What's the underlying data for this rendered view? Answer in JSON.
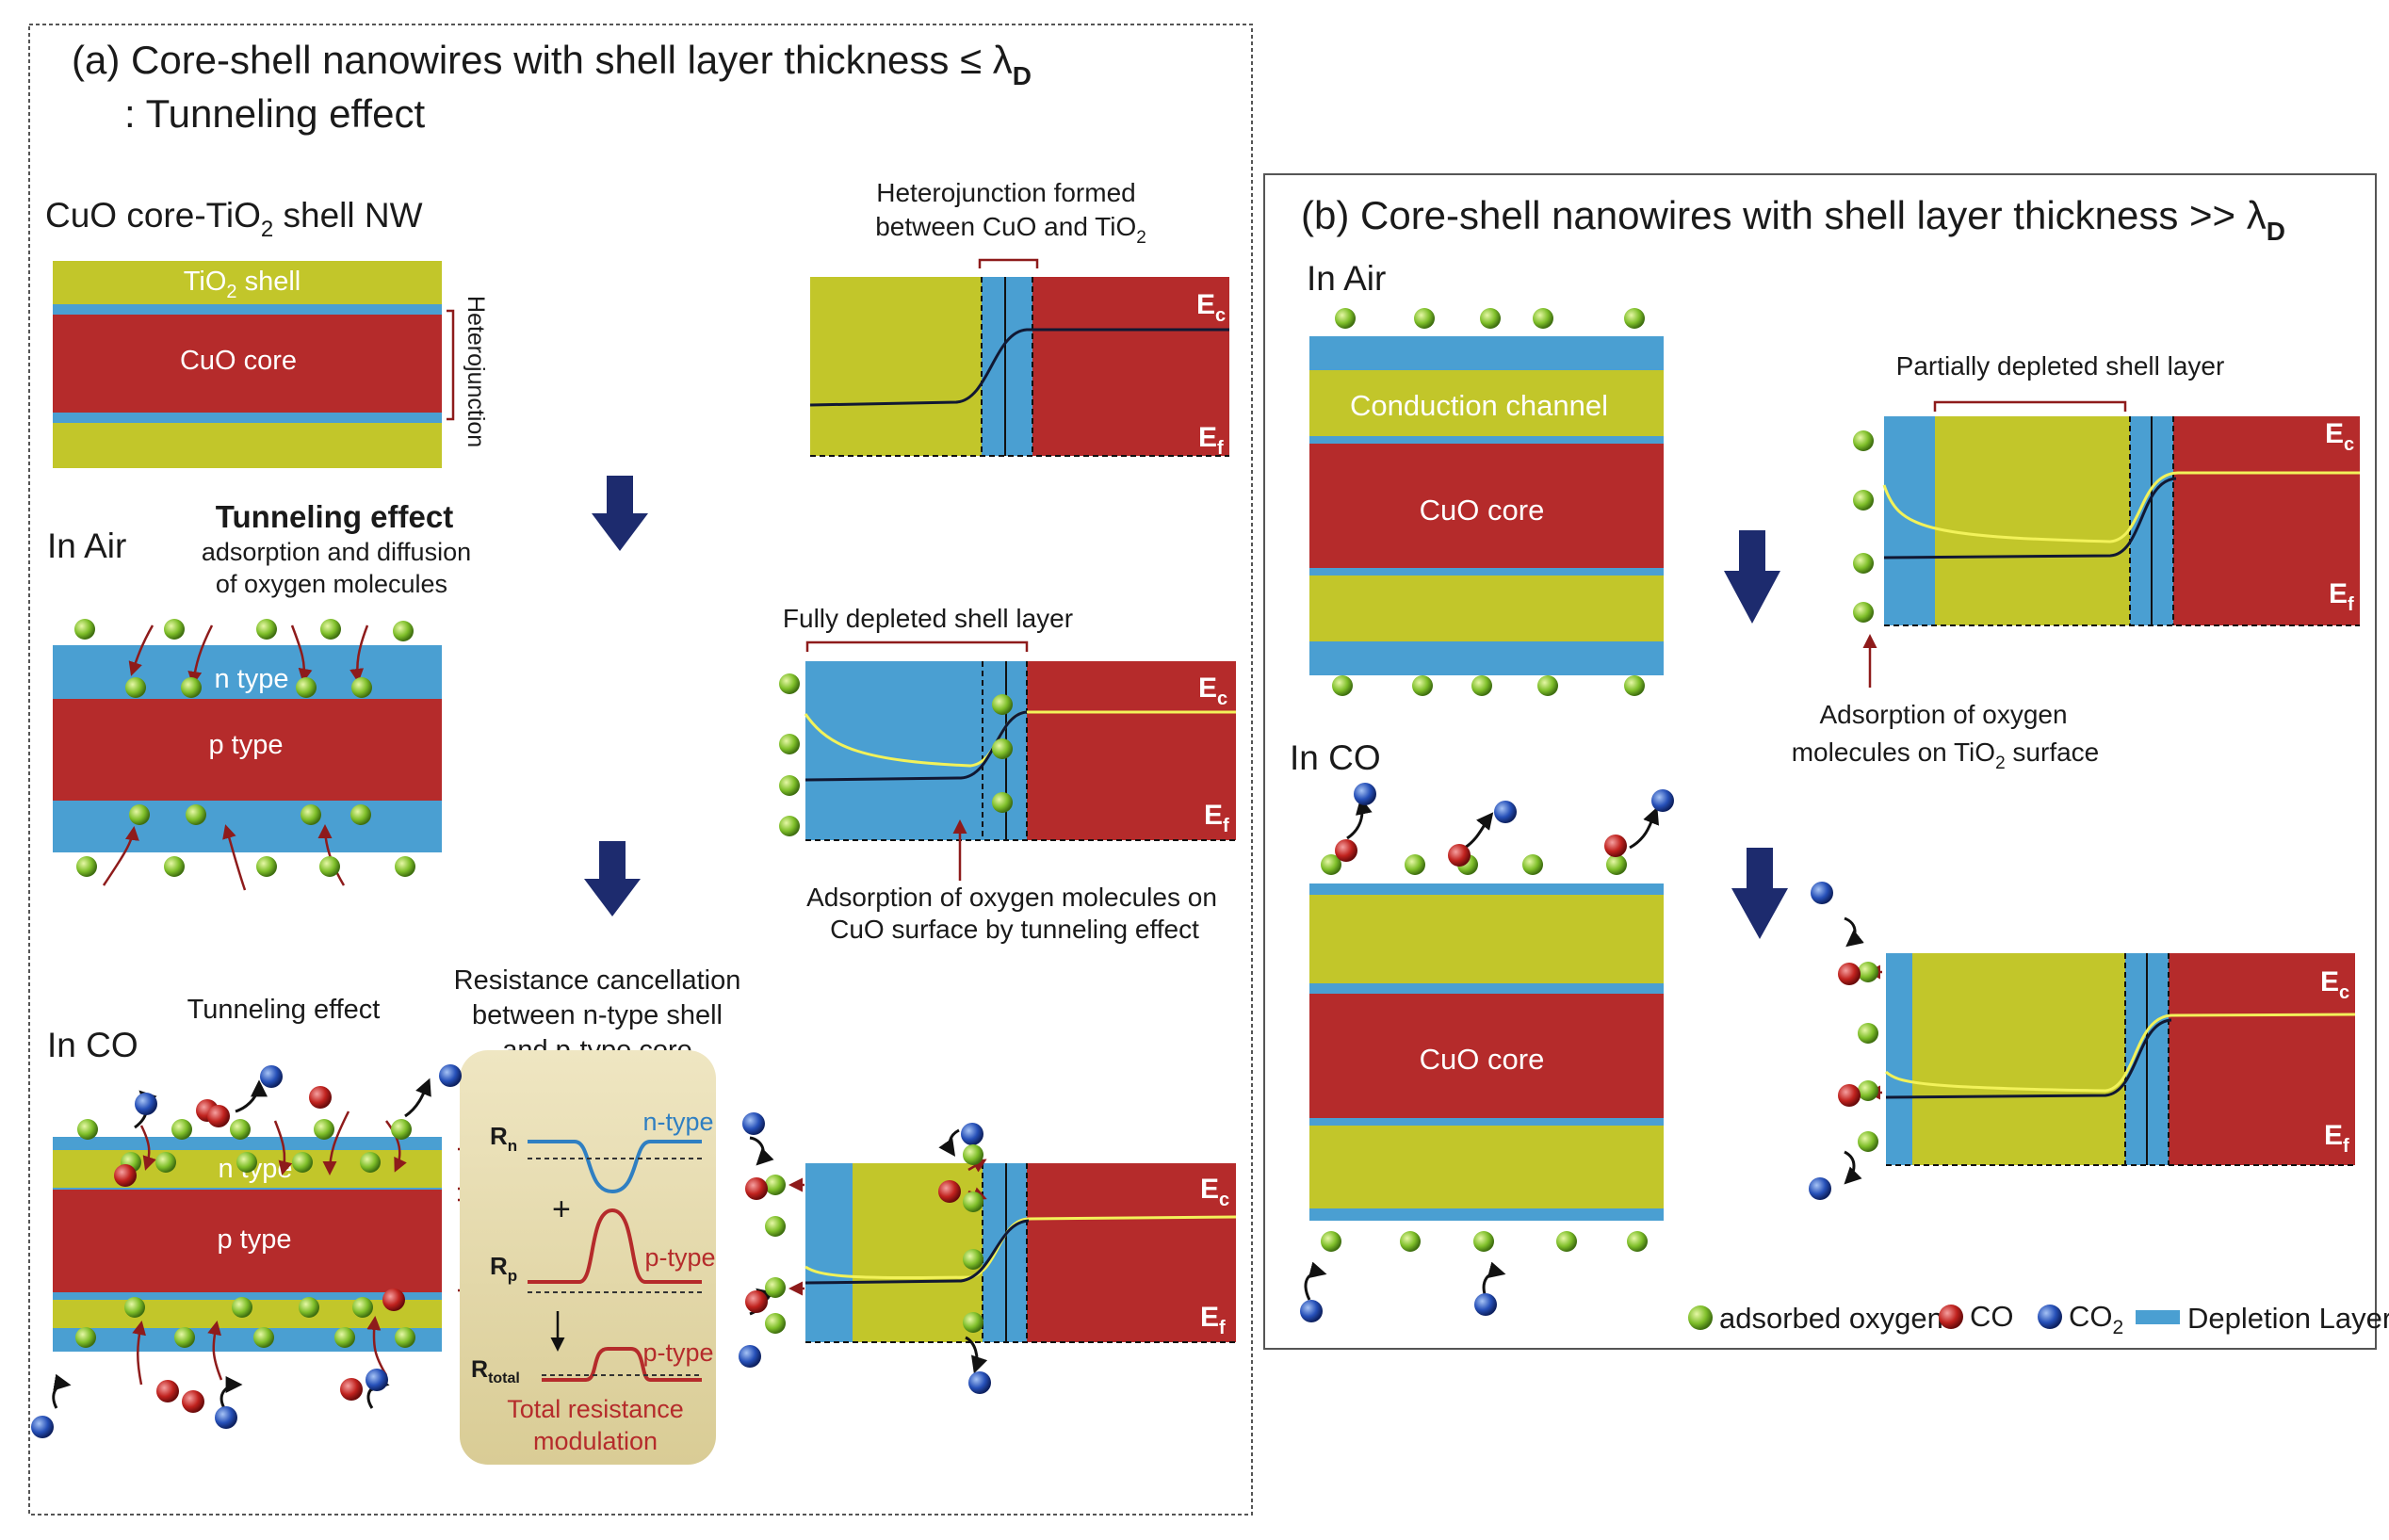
{
  "panel_a": {
    "title_line1": "(a) Core-shell nanowires with shell layer thickness ≤ λ",
    "title_sub": "D",
    "title_line2": ": Tunneling effect",
    "nw_title_1": "CuO core-TiO",
    "nw_title_sub": "2",
    "nw_title_2": " shell NW",
    "shell_label_1": "TiO",
    "shell_label_sub": "2",
    "shell_label_2": " shell",
    "core_label": "CuO core",
    "heterojunction_label": "Heterojunction",
    "hetero_note_1": "Heterojunction formed",
    "hetero_note_2a": "between CuO and TiO",
    "hetero_note_2sub": "2",
    "in_air": "In Air",
    "tunneling_title": "Tunneling effect",
    "tunneling_desc_1": "adsorption and diffusion",
    "tunneling_desc_2": "of oxygen molecules",
    "n_type": "n type",
    "p_type": "p type",
    "fully_depleted": "Fully depleted shell layer",
    "adsorption_cuo_1": "Adsorption of oxygen molecules on",
    "adsorption_cuo_2": "CuO surface by tunneling effect",
    "in_co": "In CO",
    "tunneling_effect_small": "Tunneling  effect",
    "resistance_1": "Resistance cancellation",
    "resistance_2": "between n-type shell",
    "resistance_3": "and p-type core",
    "rn": "R",
    "rn_sub": "n",
    "rp": "R",
    "rp_sub": "p",
    "rtotal": "R",
    "rtotal_sub": "total",
    "ntype_curve": "n-type",
    "ptype_curve": "p-type",
    "plus": "+",
    "total_mod_1": "Total resistance",
    "total_mod_2": "modulation"
  },
  "panel_b": {
    "title_1": "(b) Core-shell nanowires with shell layer thickness >> λ",
    "title_sub": "D",
    "in_air": "In Air",
    "conduction_channel": "Conduction channel",
    "core_label": "CuO core",
    "partially_depleted": "Partially depleted shell layer",
    "adsorption_tio2_1": "Adsorption of oxygen",
    "adsorption_tio2_2a": "molecules on TiO",
    "adsorption_tio2_2sub": "2",
    "adsorption_tio2_2b": " surface",
    "in_co": "In CO"
  },
  "band": {
    "ec": "E",
    "ec_sub": "c",
    "ef": "E",
    "ef_sub": "f"
  },
  "legend": {
    "adsorbed_oxygen": "adsorbed oxygen",
    "co": "CO",
    "co2": "CO",
    "co2_sub": "2",
    "depletion": "Depletion Layer"
  },
  "colors": {
    "shell": "#c2c62a",
    "core": "#b52b2b",
    "depletion": "#4a9fd2",
    "oxygen": "#7fbf2a",
    "co": "#c0221e",
    "co2": "#1f3f9f",
    "arrow": "#1d2b6e"
  }
}
